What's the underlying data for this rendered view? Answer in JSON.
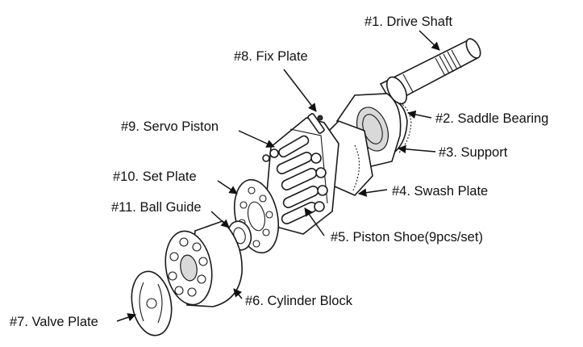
{
  "labels": {
    "drive_shaft": "#1. Drive Shaft",
    "saddle_bearing": "#2. Saddle Bearing",
    "support": "#3. Support",
    "swash_plate": "#4. Swash Plate",
    "piston_shoe": "#5. Piston Shoe(9pcs/set)",
    "cylinder_block": "#6. Cylinder Block",
    "valve_plate": "#7. Valve Plate",
    "fix_plate": "#8. Fix Plate",
    "servo_piston": "#9. Servo Piston",
    "set_plate": "#10. Set Plate",
    "ball_guide": "#11. Ball Guide"
  },
  "colors": {
    "line": "#1a1a1a",
    "text": "#111111",
    "background": "#ffffff"
  }
}
